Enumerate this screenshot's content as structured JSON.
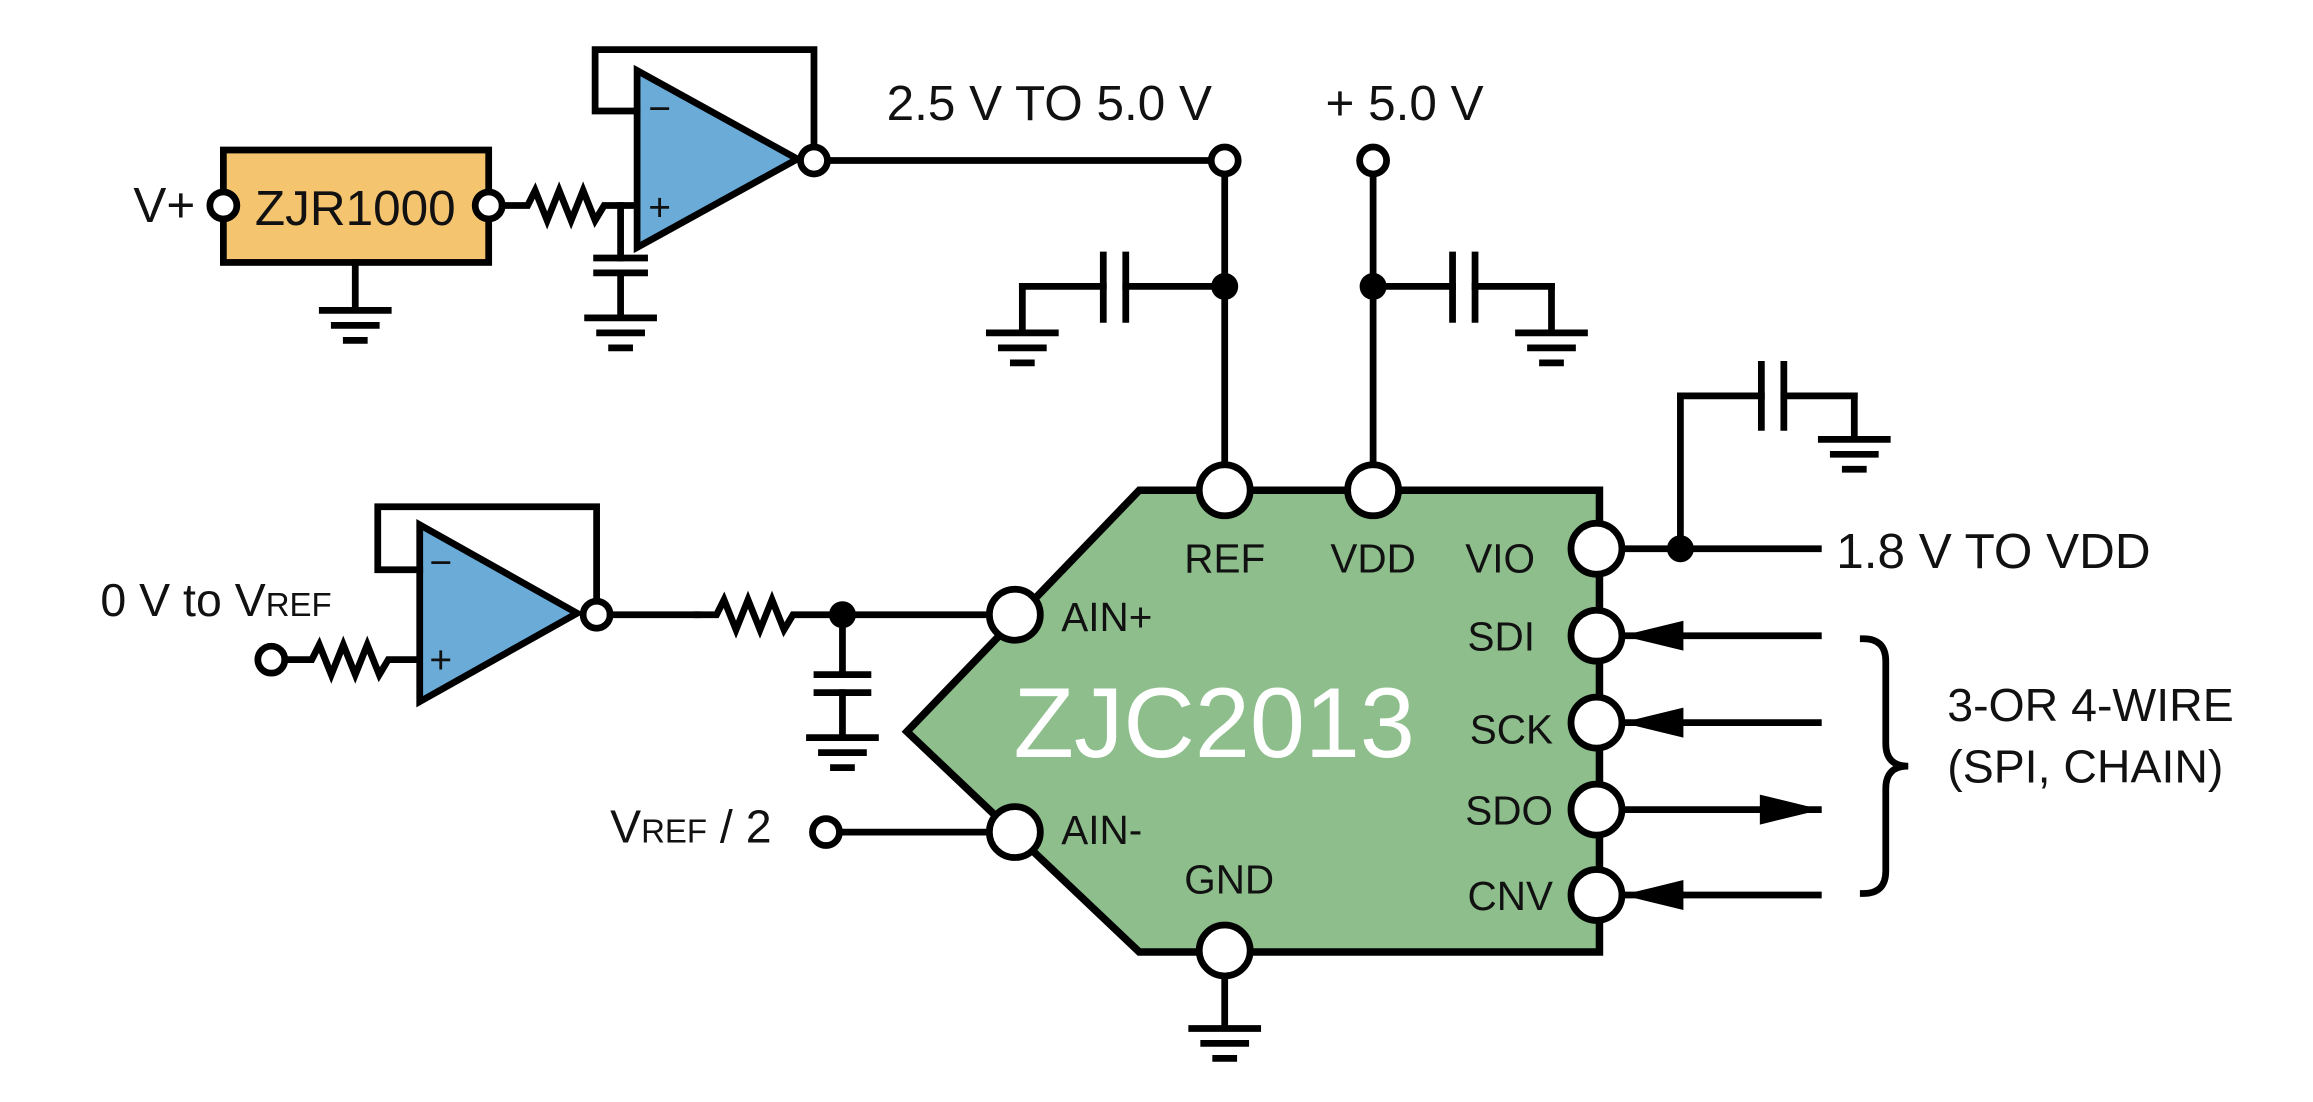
{
  "colors": {
    "adc_body": "#8dbe8c",
    "reference_body": "#f5c46f",
    "opamp_body": "#6aabd8",
    "adc_title_text": "#ffffff"
  },
  "reference": {
    "part": "ZJR1000",
    "supply_label": "V+"
  },
  "opamps": {
    "minus": "−",
    "plus": "+"
  },
  "adc": {
    "part": "ZJC2013",
    "pins": {
      "ref": "REF",
      "vdd": "VDD",
      "vio": "VIO",
      "sdi": "SDI",
      "sck": "SCK",
      "sdo": "SDO",
      "cnv": "CNV",
      "ain_plus": "AIN+",
      "ain_minus": "AIN-",
      "gnd": "GND"
    }
  },
  "nets": {
    "ref_range": "2.5 V TO 5.0 V",
    "vdd_supply": "+ 5.0 V",
    "vio_range": "1.8 V TO VDD",
    "input_range_prefix": "0 V to V",
    "input_range_sub": "REF",
    "ain_minus_v": "V",
    "ain_minus_sub": "REF",
    "ain_minus_suffix": " / 2"
  },
  "interface": {
    "line1": "3-OR 4-WIRE",
    "line2": "(SPI,  CHAIN)"
  }
}
